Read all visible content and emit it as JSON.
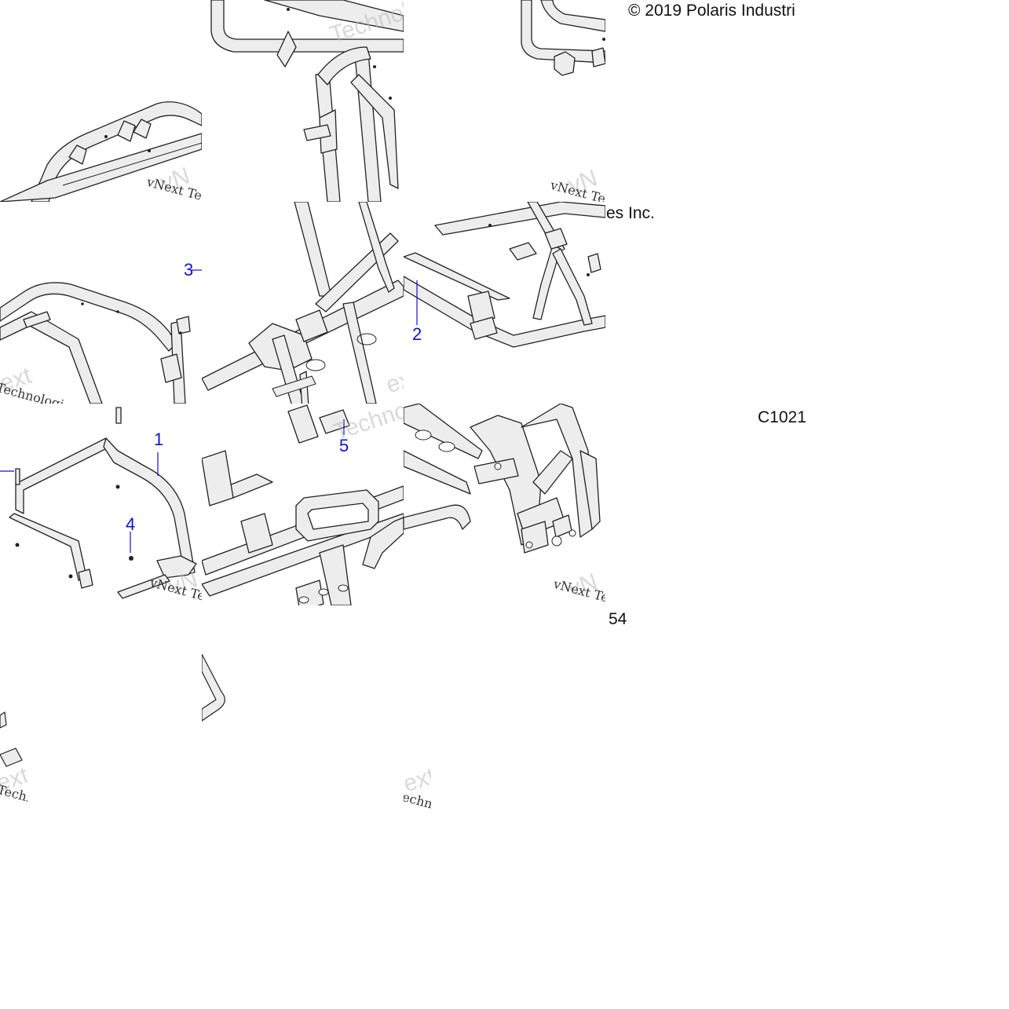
{
  "copyright": "© 2019 Polaris Industri",
  "copyright_tail": "es Inc.",
  "drawing_code": "C1021",
  "page_number": "54",
  "callouts": {
    "c1": "1",
    "c2": "2",
    "c3": "3",
    "c4": "4",
    "c5": "5"
  },
  "watermarks": {
    "vnext_tec": "vNext Tec",
    "technologies": "Technologies",
    "techno": "Techno",
    "ext": "ext",
    "echnc": "echnc",
    "vn": "vN"
  },
  "colors": {
    "callout": "#1010d0",
    "line": "#222222",
    "fill": "#ededed"
  }
}
